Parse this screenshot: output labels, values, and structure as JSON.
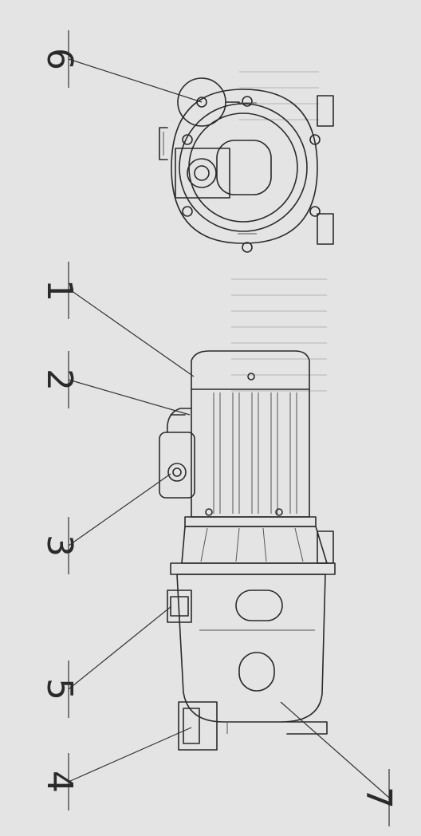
{
  "diagram": {
    "callouts": [
      {
        "id": "c6",
        "label": "6"
      },
      {
        "id": "c1",
        "label": "1"
      },
      {
        "id": "c2",
        "label": "2"
      },
      {
        "id": "c3",
        "label": "3"
      },
      {
        "id": "c5",
        "label": "5"
      },
      {
        "id": "c4",
        "label": "4"
      },
      {
        "id": "c7",
        "label": "7"
      }
    ]
  }
}
